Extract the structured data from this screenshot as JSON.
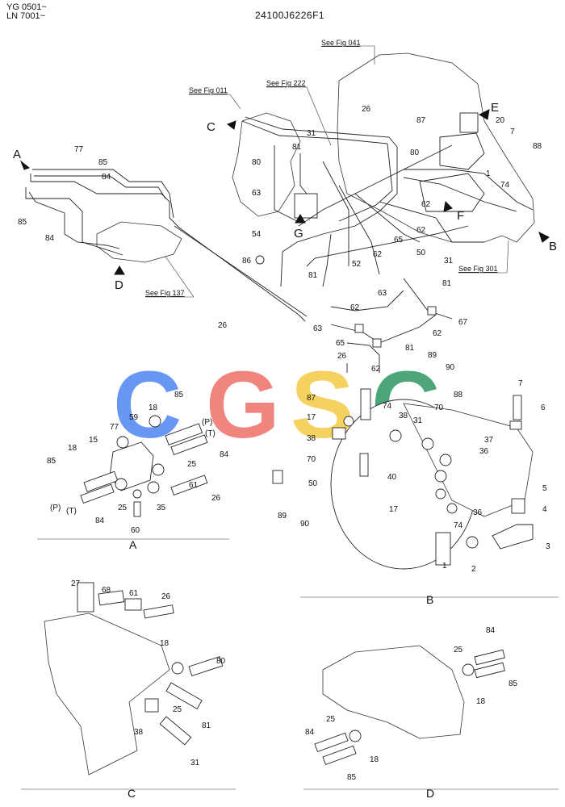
{
  "header": {
    "models": [
      "YG 0501~",
      "LN 7001~"
    ],
    "drawing_code": "24100J6226F1"
  },
  "watermark": {
    "letters": [
      "C",
      "G",
      "S",
      "C"
    ],
    "colors": [
      "#5b8ff2",
      "#ef7b73",
      "#f5cf52",
      "#3e9f6e"
    ]
  },
  "references": {
    "fig041": "See Fig 041",
    "fig011": "See Fig 011",
    "fig222": "See Fig 222",
    "fig137": "See Fig 137",
    "fig301": "See Fig 301"
  },
  "arrows": {
    "a": "A",
    "b": "B",
    "c": "C",
    "d": "D",
    "e": "E",
    "f": "F",
    "g": "G"
  },
  "overview_callouts": {
    "n77": "77",
    "n85a": "85",
    "n84a": "84",
    "n85b": "85",
    "n84b": "84",
    "n26a": "26",
    "n31a": "31",
    "n81a": "81",
    "n80a": "80",
    "n63a": "63",
    "n54": "54",
    "n87a": "87",
    "n20": "20",
    "n7a": "7",
    "n88a": "88",
    "n80b": "80",
    "n1a": "1",
    "n74a": "74",
    "n62a": "62",
    "n65a": "65",
    "n62b": "62",
    "n50a": "50",
    "n31b": "31",
    "n52": "52",
    "n86": "86",
    "n81b": "81",
    "n62c": "62",
    "n26b": "26"
  },
  "tee_callouts": {
    "n81": "81",
    "n63a": "63",
    "n62a": "62",
    "n67": "67",
    "n63b": "63",
    "n65": "65",
    "n62b": "62",
    "n81b": "81",
    "n26": "26",
    "n62c": "62"
  },
  "detail_a": {
    "title": "A",
    "callouts": {
      "n59": "59",
      "n18": "18",
      "n85a": "85",
      "n77": "77",
      "n15": "15",
      "p1": "(P)",
      "t1": "(T)",
      "n84a": "84",
      "n18b": "18",
      "n25a": "25",
      "n85b": "85",
      "n61": "61",
      "n25b": "25",
      "n35": "35",
      "n26": "26",
      "p2": "(P)",
      "t2": "(T)",
      "n84b": "84",
      "n60": "60"
    }
  },
  "detail_b": {
    "title": "B",
    "callouts": {
      "n89a": "89",
      "n90a": "90",
      "n87": "87",
      "n74": "74",
      "n70a": "70",
      "n88": "88",
      "n7": "7",
      "n6": "6",
      "n17a": "17",
      "n38a": "38",
      "n38b": "38",
      "n31": "31",
      "n37": "37",
      "n36a": "36",
      "n70b": "70",
      "n50": "50",
      "n40": "40",
      "n89b": "89",
      "n90b": "90",
      "n17b": "17",
      "n36b": "36",
      "n74b": "74",
      "n5": "5",
      "n4": "4",
      "n3": "3",
      "n1": "1",
      "n2": "2"
    }
  },
  "detail_c": {
    "title": "C",
    "callouts": {
      "n27": "27",
      "n68": "68",
      "n61": "61",
      "n26": "26",
      "n18": "18",
      "n80": "80",
      "n25": "25",
      "n81": "81",
      "n38": "38",
      "n31": "31"
    }
  },
  "detail_d": {
    "title": "D",
    "callouts": {
      "n84a": "84",
      "n25a": "25",
      "n85a": "85",
      "n18a": "18",
      "n25b": "25",
      "n84b": "84",
      "n18b": "18",
      "n85b": "85"
    }
  }
}
